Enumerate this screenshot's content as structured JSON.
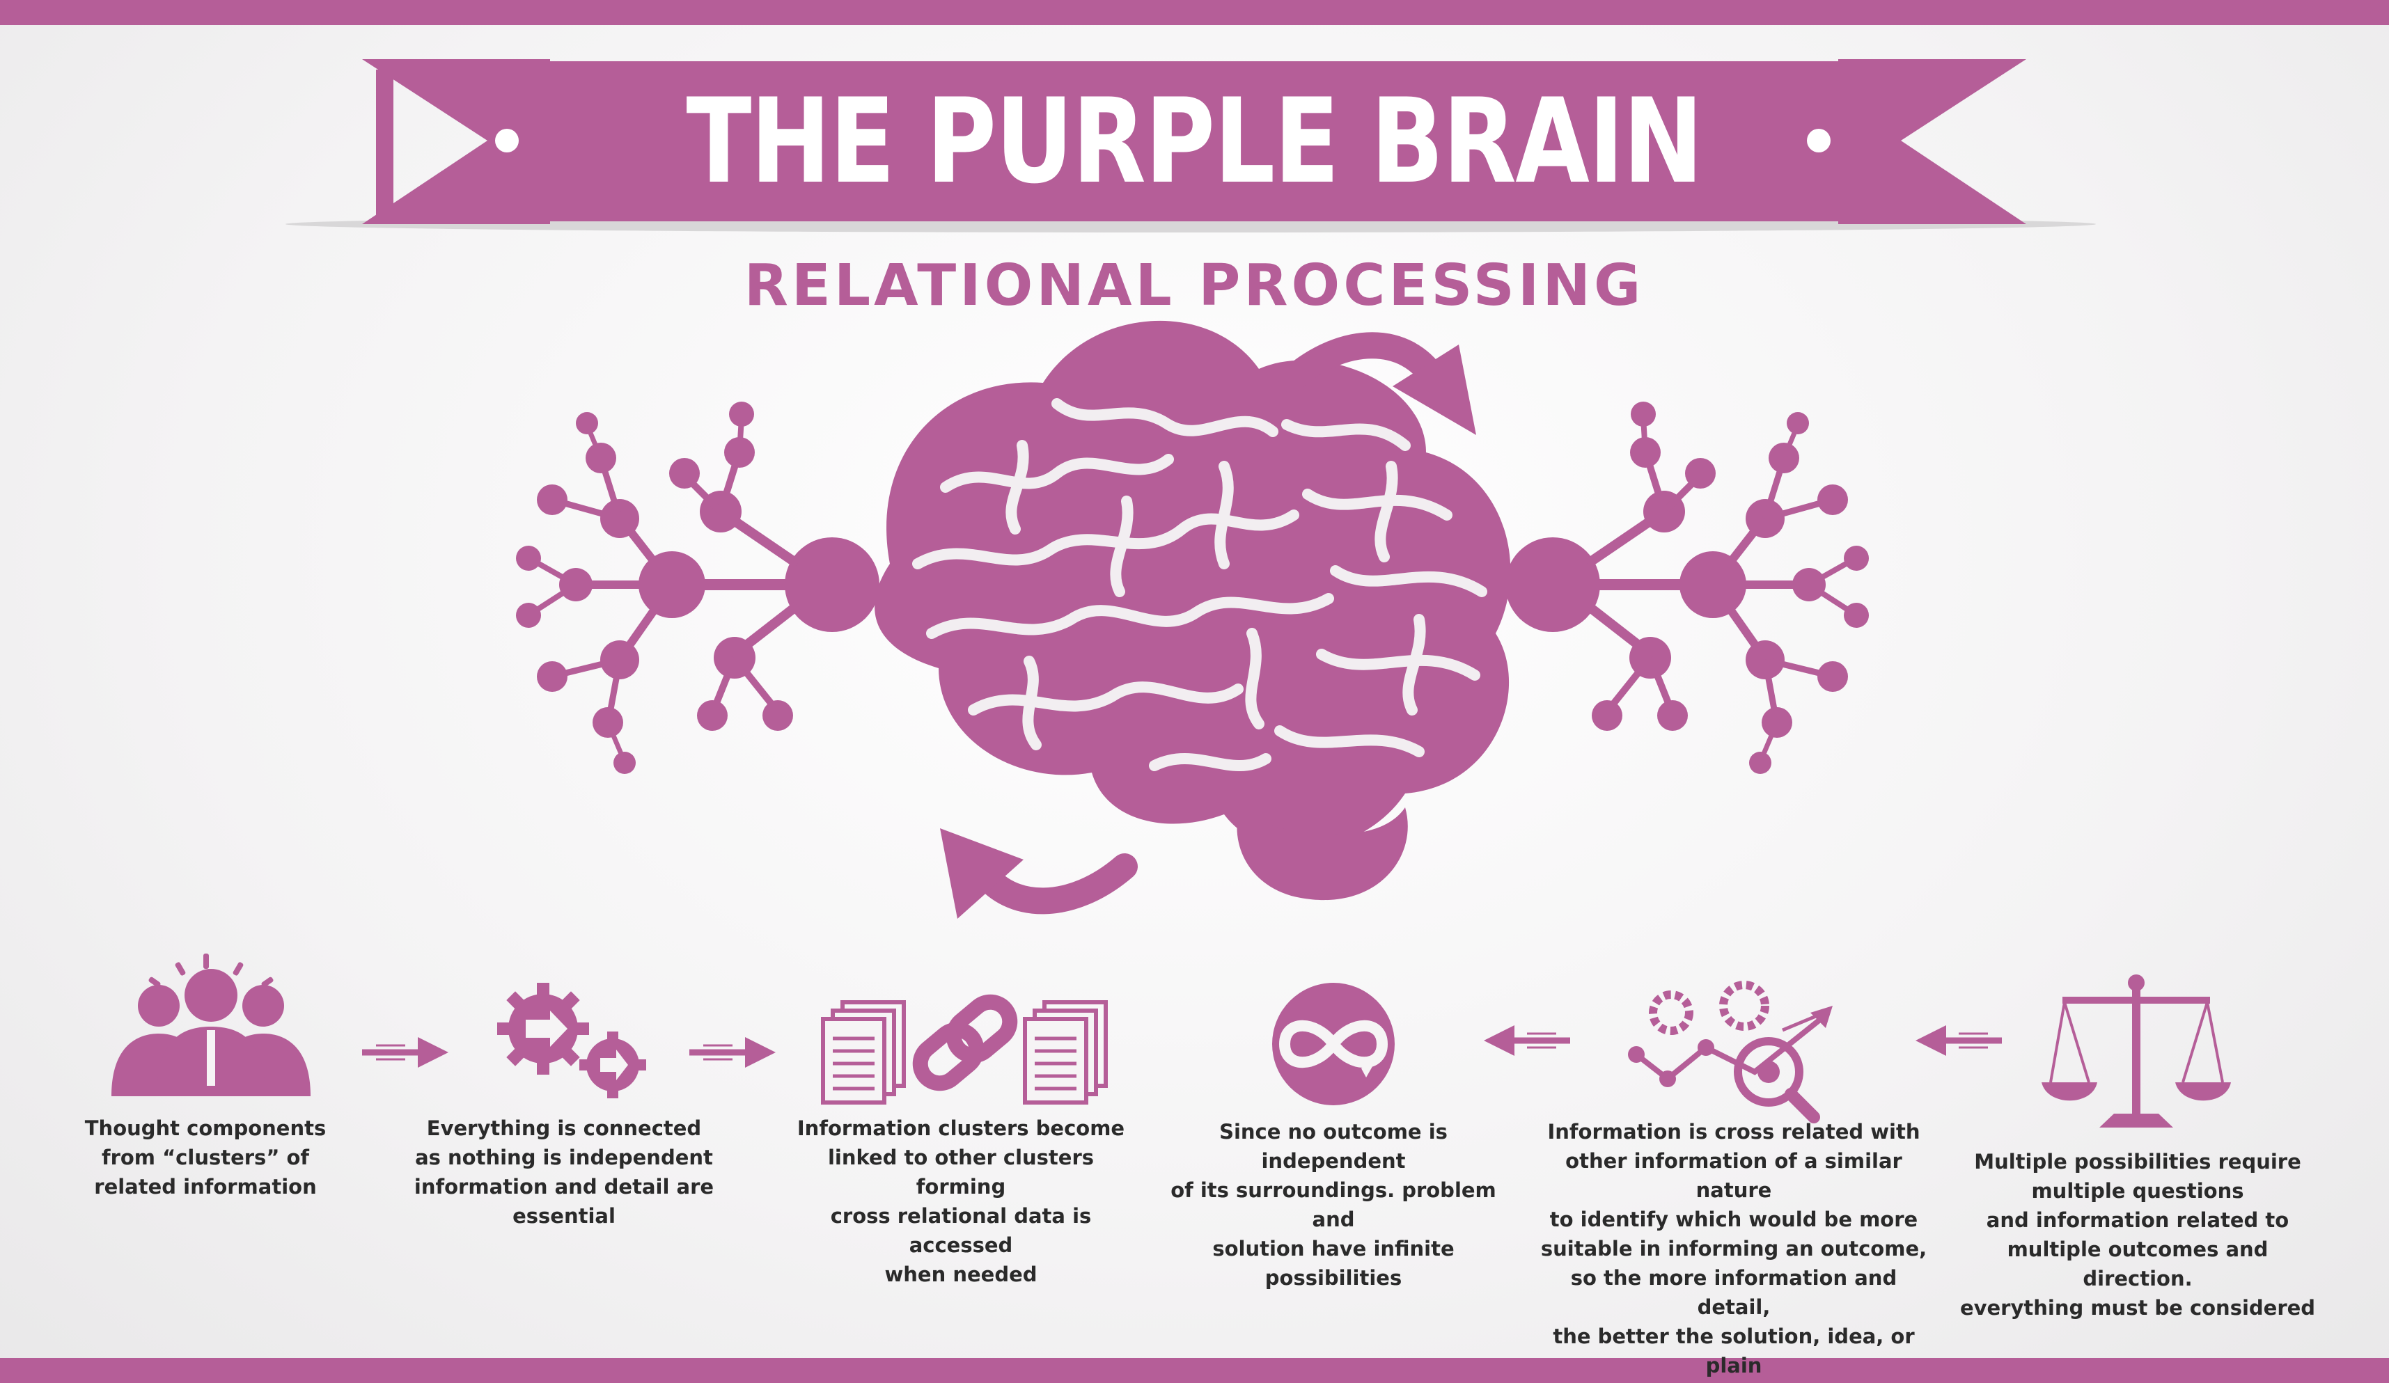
{
  "header": {
    "title": "THE PURPLE BRAIN",
    "subtitle": "RELATIONAL  PROCESSING"
  },
  "colors": {
    "accent": "#b55e98",
    "text": "#2a2a2a",
    "background": "#f4f3f4"
  },
  "steps": [
    {
      "icon": "people-cluster-icon",
      "caption": "Thought components\nfrom “clusters” of\nrelated information"
    },
    {
      "icon": "gears-icon",
      "caption": "Everything is connected\nas nothing is independent\ninformation and detail are essential"
    },
    {
      "icon": "documents-link-icon",
      "caption": "Information clusters become\nlinked to other clusters forming\ncross relational data is accessed\nwhen needed"
    },
    {
      "icon": "infinity-icon",
      "caption": "Since no outcome is independent\nof its surroundings. problem and\nsolution have infinite possibilities"
    },
    {
      "icon": "gears-analysis-icon",
      "caption": "Information is cross related with\nother information of a similar nature\nto identify which would be more\nsuitable in informing an outcome,\nso the more information and detail,\nthe better the solution, idea, or plain"
    },
    {
      "icon": "scales-icon",
      "caption": "Multiple possibilities require\nmultiple questions\nand information related to\nmultiple outcomes and direction.\neverything must be considered"
    }
  ]
}
